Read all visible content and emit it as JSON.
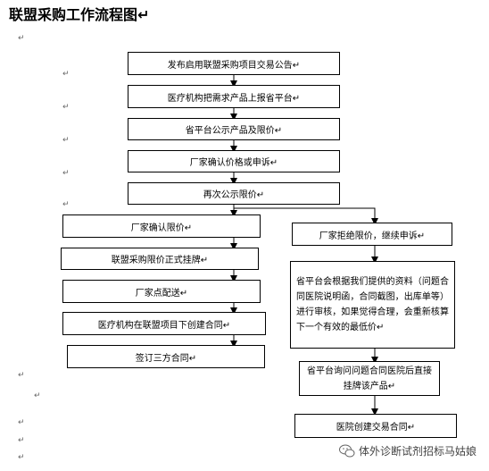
{
  "title": "联盟采购工作流程图↵",
  "nodes": {
    "publish": "发布启用联盟采购项目交易公告↵",
    "report": "医疗机构把需求产品上报省平台↵",
    "announce": "省平台公示产品及限价↵",
    "confirm_or_appeal": "厂家确认价格或申诉↵",
    "reannounce": "再次公示限价↵",
    "confirm_limit": "厂家确认限价↵",
    "official_listing": "联盟采购限价正式挂牌↵",
    "vendor_delivery": "厂家点配送↵",
    "create_contract": "医疗机构在联盟项目下创建合同↵",
    "sign_contract": "签订三方合同↵",
    "reject_limit": "厂家拒绝限价，继续申诉↵",
    "review": "省平台会根据我们提供的资料（问题合同医院说明函，合同截图，出库单等）进行审核，如果觉得合理，会重新核算下一个有效的最低价↵",
    "inquire_hospital": "省平台询问问题合同医院后直接挂牌该产品↵",
    "hospital_create": "医院创建交易合同↵"
  },
  "paragraph_mark": "↵",
  "watermark": "体外诊断试剂招标马姑娘"
}
